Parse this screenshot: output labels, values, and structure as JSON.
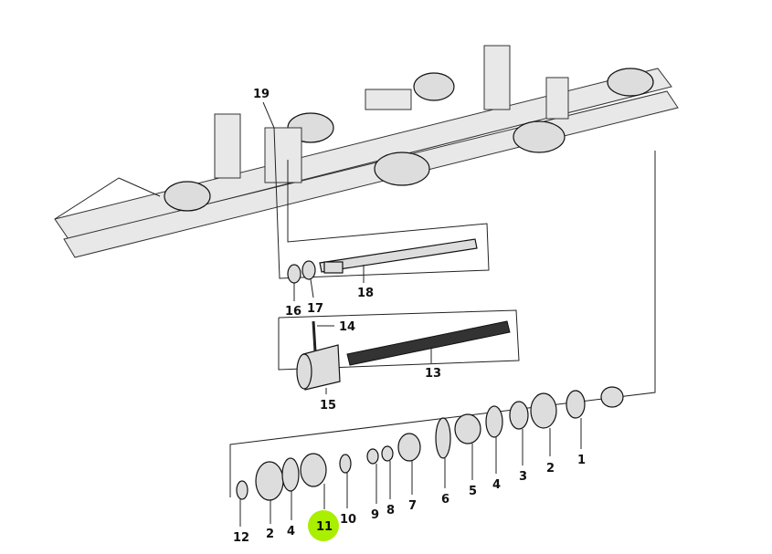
{
  "diagram": {
    "title": "Exploded parts diagram - drive shaft assembly",
    "highlight_color": "#aaee00",
    "highlighted_callout": "11",
    "callouts": {
      "c19": "19",
      "c16": "16",
      "c17": "17",
      "c18": "18",
      "c14": "14",
      "c13": "13",
      "c15": "15",
      "c12": "12",
      "c2a": "2",
      "c4a": "4",
      "c11": "11",
      "c10": "10",
      "c9": "9",
      "c8": "8",
      "c7": "7",
      "c6": "6",
      "c5": "5",
      "c4b": "4",
      "c3": "3",
      "c2b": "2",
      "c1": "1"
    }
  }
}
